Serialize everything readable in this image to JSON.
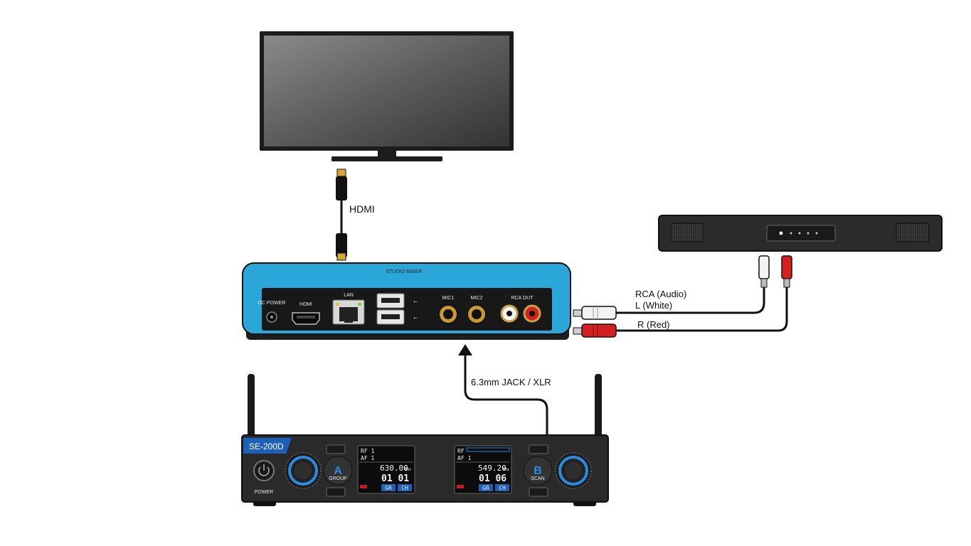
{
  "labels": {
    "hdmi": "HDMI",
    "rca_audio": "RCA (Audio)",
    "l_white": "L (White)",
    "r_red": "R (Red)",
    "jack_xlr": "6.3mm JACK / XLR"
  },
  "hub": {
    "brand": "STUDIO MIXER",
    "dc_power": "DC POWER",
    "hdmi_port": "HDMI",
    "lan": "LAN",
    "mic1": "MIC1",
    "mic2": "MIC2",
    "rca_out": "RCA OUT"
  },
  "receiver": {
    "model": "SE-200D",
    "power": "POWER",
    "channel_a": "A",
    "channel_a_sub": "GROUP",
    "channel_b": "B",
    "channel_b_sub": "SCAN",
    "lcd_a": {
      "line1": "RF 1",
      "line2": "AF 1",
      "freq": "630.00",
      "unit": "MHz",
      "code": "01 01",
      "btn1": "GR",
      "btn2": "CH"
    },
    "lcd_b": {
      "line1": "RF",
      "line2": "AF 1",
      "freq": "549.20",
      "unit": "MHz",
      "code": "01 06",
      "btn1": "GR",
      "btn2": "CH"
    }
  },
  "colors": {
    "hub_blue": "#2aa6d8",
    "cable_red": "#d42020",
    "knob_blue": "#2a8be0",
    "badge_blue": "#1e5fb8",
    "tv_screen": "#5a5a5a"
  }
}
